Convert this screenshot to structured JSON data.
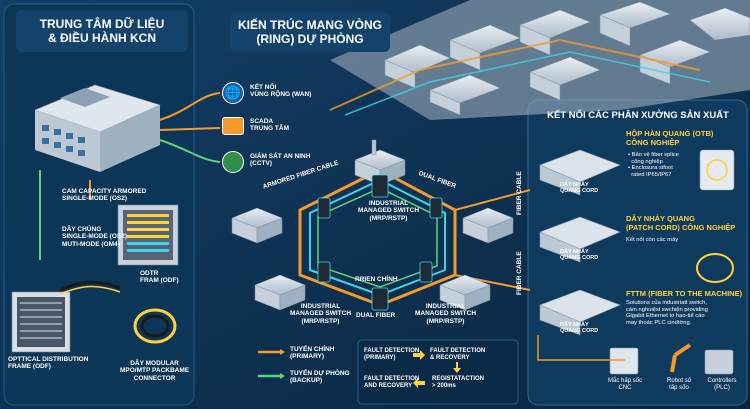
{
  "titles": {
    "left": "TRUNG TÂM DỮ LIỆU\n& ĐIỀU HÀNH KCN",
    "center": "KIẾN TRÚC MẠNG VÒNG\n(RING) DỰ PHÒNG",
    "right": "KẾT NỐI CÁC PHÂN XƯỞNG SẢN XUẤT"
  },
  "services": [
    {
      "icon": "globe-icon",
      "text": "KẾT NỐI\nVÙNG RỘNG (WAN)"
    },
    {
      "icon": "monitor-icon",
      "text": "SCADA\nTRUNG TÂM"
    },
    {
      "icon": "cctv-icon",
      "text": "GIÁM SÁT AN NINH\n(CCTV)"
    }
  ],
  "left_labels": {
    "cam_capacity": "CAM CAPACITY ARMORED\nSINGLE-MODE (OS2)",
    "day_chung": "DÂY CHỦNG\nSINGLE-MODE (OS2)\nMUTI-MODE (OM4)",
    "odtr": "ODTR\nFRAM (ODF)",
    "optical_frame": "OPTTICAL DISTRIBUTION\nFRAME (ODF)",
    "modular": "DÂY MODULAR\nMPO/MTP PACKBAME\nCONNECTOR"
  },
  "ring_labels": {
    "armored_fiber": "ARMORED FIBER CABLE",
    "dual_fiber_top": "DUAL FIBER",
    "switch_top": "INDUSTRIAL\nMANAGED SWITCH\n(MRP/RSTP)",
    "rrien_chinh": "RRIEN CHÍNH",
    "switch_bottom_left": "INDUSTRIAL\nMANAGED SWITCH\n(MRP/RSTP)",
    "dual_fiber_bottom": "DUAL FIBER",
    "switch_bottom_right": "INDUSTRIAL\nMANAGED SWITCH\n(MRP/RSTP)",
    "fiber_cable_1": "FIBER CABLE",
    "fiber_cable_2": "FIBER CABLE"
  },
  "legend": {
    "primary": "TUYẾN CHÍNH\n(PRIMARY)",
    "backup": "TUYẾN DỰ PHÒNG\n(BACKUP)"
  },
  "fault_flow": {
    "step1": "FAULT DETECTION\n(PRIMARY)",
    "step2": "FAULT DETECTION\n& RECOVERY",
    "step3": "REGISTATACTION\n> 200ms",
    "step4": "FAULT DETECTION\nAND RECOVERY"
  },
  "workshops": [
    {
      "cord": "DÂY NHẢY\nQUANG CORD",
      "heading": "HỘP HÀN QUANG (OTB)\nCÔNG NGHIỆP",
      "bullets": "• Bảo vệ fiber splice\n  công nghiệp\n• Enclosura sifoot\n  rated IP65/IP67"
    },
    {
      "cord": "DÂY NHẢY\nQUANG CORD",
      "heading": "DÂY NHẢY QUANG\n(PATCH CORD) CÔNG NGHIỆP",
      "bullets": "Kết nối còn các máy"
    },
    {
      "cord": "DÂY NHẢY\nQUANG CORD",
      "heading": "FTTM (FIBER TO THE MACHINE)",
      "bullets": "Solutions của industriatt switch,\ncám nghuiệsi swchiện providing\nGigabit Ethernet to hạo-tiể cáo\nmay thoác PLC cindtờng."
    }
  ],
  "machines": [
    {
      "icon": "cnc-machine-icon",
      "text": "Mắc hấp sốc\nCNC"
    },
    {
      "icon": "robot-arm-icon",
      "text": "Robot số\ntấp sốo"
    },
    {
      "icon": "plc-controller-icon",
      "text": "Controllers\n(PLC)"
    }
  ],
  "colors": {
    "background": "#0d2f4f",
    "primary_line": "#f39a2b",
    "backup_line": "#5fd37a",
    "ring_cyan": "#3fd5e8",
    "heading_yellow": "#ffd23c"
  }
}
